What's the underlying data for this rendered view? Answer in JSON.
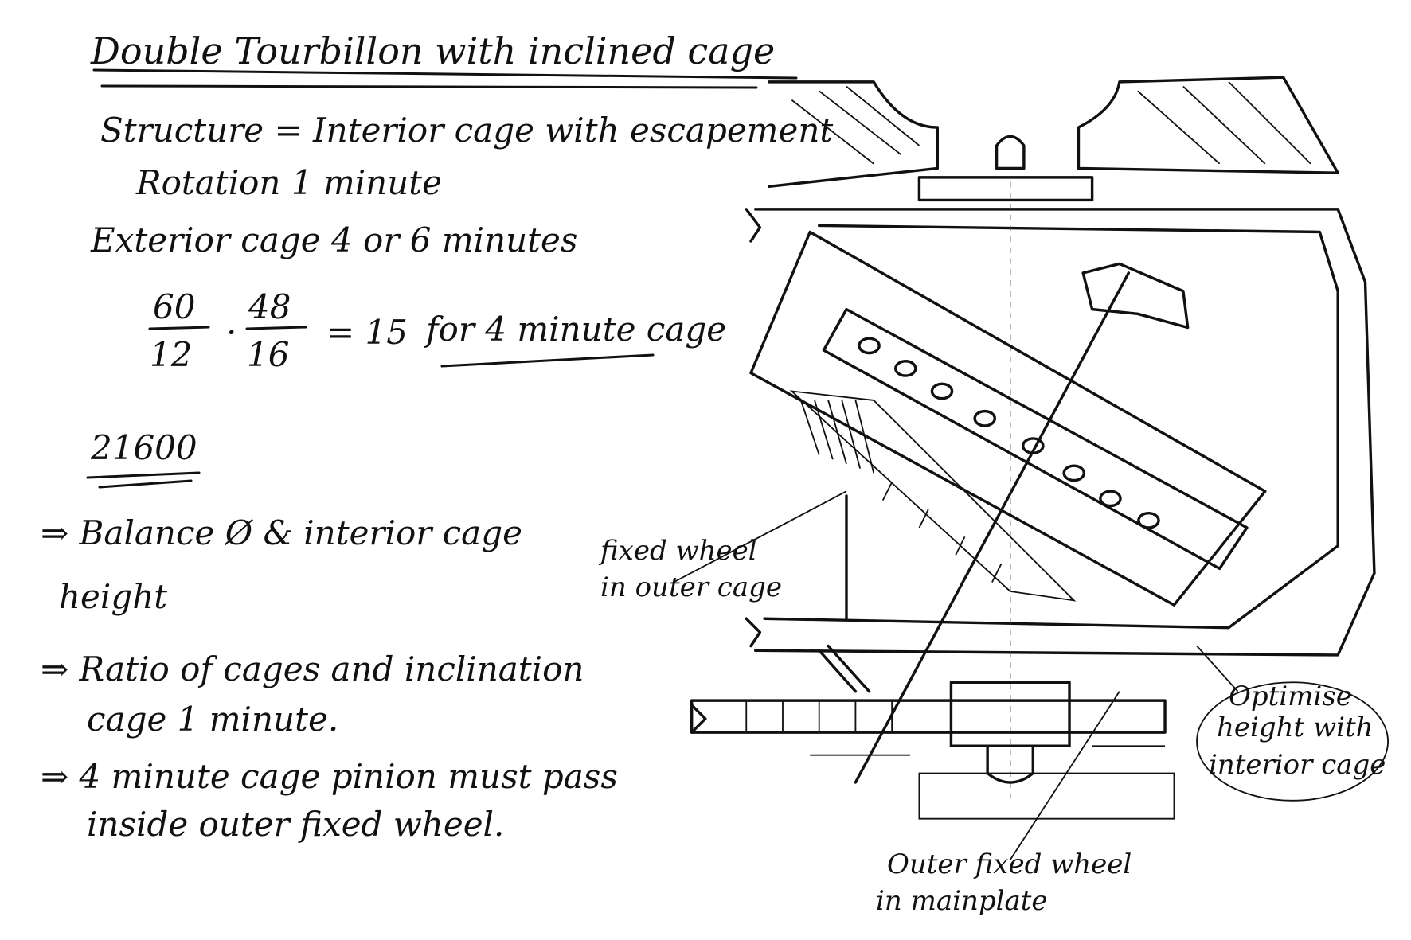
{
  "title": "Double Tourbillon with inclined cage",
  "notes": {
    "structure": "Structure = Interior cage with escapement",
    "rotation": "Rotation 1 minute",
    "exterior": "Exterior cage 4 or 6 minutes",
    "frac1_num": "60",
    "frac1_den": "12",
    "dot": "·",
    "frac2_num": "48",
    "frac2_den": "16",
    "equals": "= 15",
    "for_cage": "for 4 minute cage",
    "freq": "21600",
    "bullet1a": "⇒ Balance Ø & interior cage",
    "bullet1b": "height",
    "bullet2a": "⇒ Ratio of cages and inclination",
    "bullet2b": "cage 1 minute.",
    "bullet3a": "⇒ 4 minute cage pinion must pass",
    "bullet3b": "inside outer fixed wheel."
  },
  "labels": {
    "fixed_wheel_1": "fixed wheel",
    "fixed_wheel_2": "in outer cage",
    "optimise_1": "Optimise",
    "optimise_2": "height with",
    "optimise_3": "interior cage",
    "outer_fixed_1": "Outer fixed wheel",
    "outer_fixed_2": "in mainplate"
  }
}
